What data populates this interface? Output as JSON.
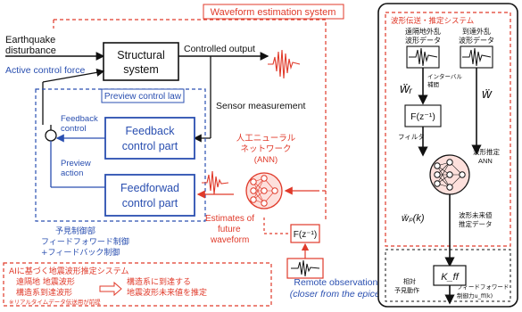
{
  "colors": {
    "red": "#e03a2a",
    "blue": "#2a4fb0",
    "black": "#111111",
    "grey": "#666666"
  },
  "left": {
    "waveform_system_title": "Waveform estimation system",
    "earthquake": [
      "Earthquake",
      "disturbance"
    ],
    "structural_system": [
      "Structural",
      "system"
    ],
    "controlled_output": "Controlled output",
    "active_control_force": "Active control force",
    "sensor_measurement": "Sensor measurement",
    "preview_control_law": "Preview control law",
    "feedback_control": [
      "Feedback",
      "control"
    ],
    "preview_action": [
      "Preview",
      "action"
    ],
    "feedback_part": [
      "Feedback",
      "control part"
    ],
    "feedforward_part": [
      "Feedforwad",
      "control part"
    ],
    "ann_jp": [
      "人工ニューラル",
      "ネットワーク",
      "(ANN)"
    ],
    "estimates": [
      "Estimates of",
      "future",
      "waveform"
    ],
    "filter_F": "F(z⁻¹)",
    "remote_site": [
      "Remote observation site",
      "(closer from the epicenter)"
    ],
    "preview_jp": [
      "予見制御部",
      "フィードフォワード制御",
      "+フィードバック制御"
    ],
    "system_jp_title": "AIに基づく地震波形推定システム",
    "system_jp_left": [
      "遠隔地 地震波形",
      "構造系到達波形"
    ],
    "system_jp_right": [
      "構造系に到達する",
      "地震波形未来値を推定"
    ],
    "system_jp_footer": "※リアルタイムデータ伝送用が前提"
  },
  "right": {
    "title": "波形伝送・推定システム",
    "remote_wave": [
      "遠隔地外乱",
      "波形データ"
    ],
    "local_wave": [
      "到達外乱",
      "波形データ"
    ],
    "wr": "ẅᵣ",
    "w": "ẅ",
    "interval": [
      "インターバル",
      "補間"
    ],
    "filter_F": "F(z⁻¹)",
    "filter_label": "フィルタ",
    "ann_label": [
      "波形推定",
      "ANN"
    ],
    "wp": "ẅₚ(k)",
    "est_label": [
      "波形未来値",
      "推定データ"
    ],
    "kff": "K_ff",
    "preview_action": [
      "相対",
      "予見動作"
    ],
    "ff_control": [
      "フィードフォワード",
      "制御力u_ff(k)"
    ]
  }
}
